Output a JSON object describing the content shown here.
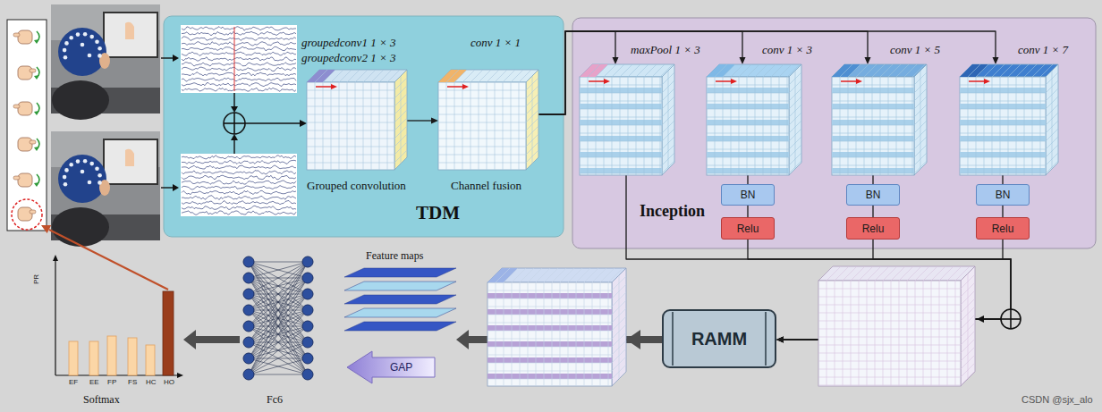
{
  "diagram": {
    "nodes": [
      {
        "text": [
          "TDM"
        ]
      },
      {
        "text": [
          "groupedconv1 1 × 3",
          "groupedconv2 1 × 3",
          "Grouped convolution"
        ],
        "in": 0
      },
      {
        "text": [
          "conv 1 × 1",
          "Channel fusion"
        ],
        "in": 0
      },
      {
        "text": [
          "Inception"
        ]
      },
      {
        "text": [
          "maxPool 1 × 3"
        ],
        "in": 3
      },
      {
        "text": [
          "conv 1 × 3"
        ],
        "in": 3
      },
      {
        "text": [
          "BN"
        ],
        "in": 3
      },
      {
        "text": [
          "Relu"
        ],
        "in": 3
      },
      {
        "text": [
          "conv 1 × 5"
        ],
        "in": 3
      },
      {
        "text": [
          "BN"
        ],
        "in": 3
      },
      {
        "text": [
          "Relu"
        ],
        "in": 3
      },
      {
        "text": [
          "conv 1 × 7"
        ],
        "in": 3
      },
      {
        "text": [
          "BN"
        ],
        "in": 3
      },
      {
        "text": [
          "Relu"
        ],
        "in": 3
      },
      {
        "text": [
          "RAMM"
        ]
      },
      {
        "text": [
          "GAP"
        ]
      },
      {
        "text": [
          "Feature maps"
        ]
      },
      {
        "text": [
          "Fc6"
        ]
      },
      {
        "text": [
          "Softmax"
        ]
      }
    ],
    "edges": [
      {
        "from": 1,
        "to": 2,
        "arrow": "to"
      },
      {
        "from": 2,
        "to": 4,
        "arrow": "to"
      },
      {
        "from": 2,
        "to": 5,
        "arrow": "to"
      },
      {
        "from": 2,
        "to": 8,
        "arrow": "to"
      },
      {
        "from": 2,
        "to": 11,
        "arrow": "to"
      },
      {
        "from": 5,
        "to": 6,
        "arrow": "none"
      },
      {
        "from": 6,
        "to": 7,
        "arrow": "none"
      },
      {
        "from": 8,
        "to": 9,
        "arrow": "none"
      },
      {
        "from": 9,
        "to": 10,
        "arrow": "none"
      },
      {
        "from": 11,
        "to": 12,
        "arrow": "none"
      },
      {
        "from": 12,
        "to": 13,
        "arrow": "none"
      },
      {
        "from": 4,
        "to": 14,
        "arrow": "to"
      },
      {
        "from": 7,
        "to": 14,
        "arrow": "to"
      },
      {
        "from": 10,
        "to": 14,
        "arrow": "to"
      },
      {
        "from": 13,
        "to": 14,
        "arrow": "to"
      },
      {
        "from": 14,
        "to": 16,
        "arrow": "to"
      },
      {
        "from": 17,
        "to": 18,
        "arrow": "to"
      }
    ],
    "labels": [
      "PR",
      "EF",
      "EE",
      "FP",
      "FS",
      "HC",
      "HO",
      "CSDN @sjx_alo"
    ]
  }
}
